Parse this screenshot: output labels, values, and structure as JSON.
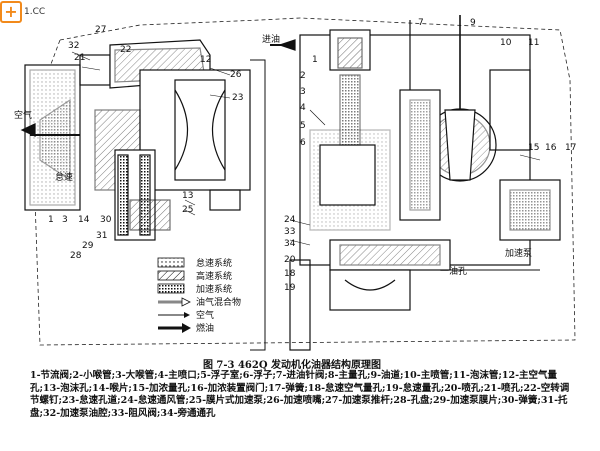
{
  "logo": {
    "text": "1.CC"
  },
  "labels": {
    "n32": "32",
    "n27": "27",
    "n21": "21",
    "n22": "22",
    "n12": "12",
    "n26": "26",
    "n23": "23",
    "n13": "13",
    "n25": "25",
    "n1": "1",
    "n3": "3",
    "n14": "14",
    "n30": "30",
    "n31": "31",
    "n29": "29",
    "n28": "28",
    "n1b": "1",
    "n2": "2",
    "n3b": "3",
    "n4": "4",
    "n5": "5",
    "n6": "6",
    "n7": "7",
    "n9": "9",
    "n10": "10",
    "n11": "11",
    "n15": "15",
    "n16": "16",
    "n17": "17",
    "n24": "24",
    "n33": "33",
    "n34": "34",
    "n20": "20",
    "n18": "18",
    "n19": "19",
    "fuel_in": "进油",
    "air_left": "空气",
    "accel_pump": "加速泵",
    "fuel_hole": "一油孔",
    "idle": "怠速"
  },
  "legend": [
    {
      "label": "怠速系统",
      "pattern": "dots"
    },
    {
      "label": "高速系统",
      "pattern": "hatch"
    },
    {
      "label": "加速系统",
      "pattern": "dense"
    }
  ],
  "legend_arrows": [
    {
      "label": "油气混合物",
      "style": "hollow"
    },
    {
      "label": "空气",
      "style": "thin"
    },
    {
      "label": "燃油",
      "style": "solid"
    }
  ],
  "caption": "图 7-3   462Q 发动机化油器结构原理图",
  "parts_text": "1-节流阀;2-小喉管;3-大喉管;4-主喷口;5-浮子室;6-浮子;7-进油针阀;8-主量孔;9-油道;10-主喷管;11-泡沫管;12-主空气量孔;13-泡沫孔;14-喉片;15-加浓量孔;16-加浓装置阀门;17-弹簧;18-怠速空气量孔;19-怠速量孔;20-喷孔;21-喷孔;22-空转调节螺钉;23-怠速孔道;24-怠速通风管;25-膜片式加速泵;26-加速喷嘴;27-加速泵推杆;28-孔盘;29-加速泵膜片;30-弹簧;31-托盘;32-加速泵油腔;33-阻风阀;34-旁通通孔"
}
